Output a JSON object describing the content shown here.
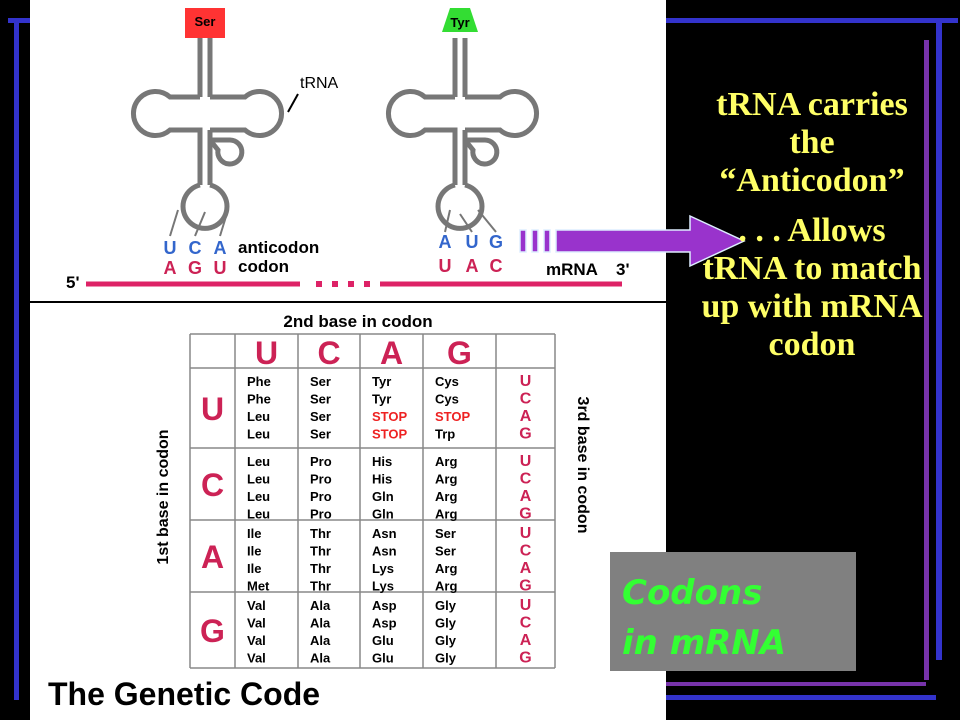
{
  "trna_diagram": {
    "left_amino_acid": "Ser",
    "right_amino_acid": "Tyr",
    "trna_label": "tRNA",
    "anticodon_label": "anticodon",
    "codon_label": "codon",
    "left_anticodon": [
      "U",
      "C",
      "A"
    ],
    "left_codon": [
      "A",
      "G",
      "U"
    ],
    "right_anticodon": [
      "A",
      "U",
      "G"
    ],
    "right_codon": [
      "U",
      "A",
      "C"
    ],
    "five_prime": "5'",
    "mrna_label": "mRNA",
    "three_prime": "3'"
  },
  "codon_table": {
    "header_top": "2nd base in codon",
    "header_left": "1st base in codon",
    "header_right": "3rd base in codon",
    "second_bases": [
      "U",
      "C",
      "A",
      "G"
    ],
    "first_bases": [
      "U",
      "C",
      "A",
      "G"
    ],
    "third_bases": [
      "U",
      "C",
      "A",
      "G"
    ],
    "rows": [
      [
        [
          "Phe",
          "Phe",
          "Leu",
          "Leu"
        ],
        [
          "Ser",
          "Ser",
          "Ser",
          "Ser"
        ],
        [
          "Tyr",
          "Tyr",
          "STOP",
          "STOP"
        ],
        [
          "Cys",
          "Cys",
          "STOP",
          "Trp"
        ]
      ],
      [
        [
          "Leu",
          "Leu",
          "Leu",
          "Leu"
        ],
        [
          "Pro",
          "Pro",
          "Pro",
          "Pro"
        ],
        [
          "His",
          "His",
          "Gln",
          "Gln"
        ],
        [
          "Arg",
          "Arg",
          "Arg",
          "Arg"
        ]
      ],
      [
        [
          "Ile",
          "Ile",
          "Ile",
          "Met"
        ],
        [
          "Thr",
          "Thr",
          "Thr",
          "Thr"
        ],
        [
          "Asn",
          "Asn",
          "Lys",
          "Lys"
        ],
        [
          "Ser",
          "Ser",
          "Arg",
          "Arg"
        ]
      ],
      [
        [
          "Val",
          "Val",
          "Val",
          "Val"
        ],
        [
          "Ala",
          "Ala",
          "Ala",
          "Ala"
        ],
        [
          "Asp",
          "Asp",
          "Glu",
          "Glu"
        ],
        [
          "Gly",
          "Gly",
          "Gly",
          "Gly"
        ]
      ]
    ],
    "title": "The Genetic Code"
  },
  "side_text": {
    "line1": "tRNA carries",
    "line2": "the",
    "line3": "“Anticodon”",
    "line4": ". . . Allows",
    "line5": "tRNA to match",
    "line6": "up with mRNA",
    "line7": "codon"
  },
  "codon_box": {
    "line1": "Codons",
    "line2": "in mRNA"
  },
  "colors": {
    "background": "#000000",
    "frame_blue": "#3333cc",
    "frame_purple": "#7733aa",
    "ser_box": "#ff3333",
    "tyr_box": "#33dd33",
    "anticodon": "#3366cc",
    "codon": "#cc2255",
    "mrna_line": "#dd2266",
    "side_text": "#ffff66",
    "codon_box_text": "#33ff33",
    "arrow": "#9933cc",
    "stop": "#ee2222"
  }
}
